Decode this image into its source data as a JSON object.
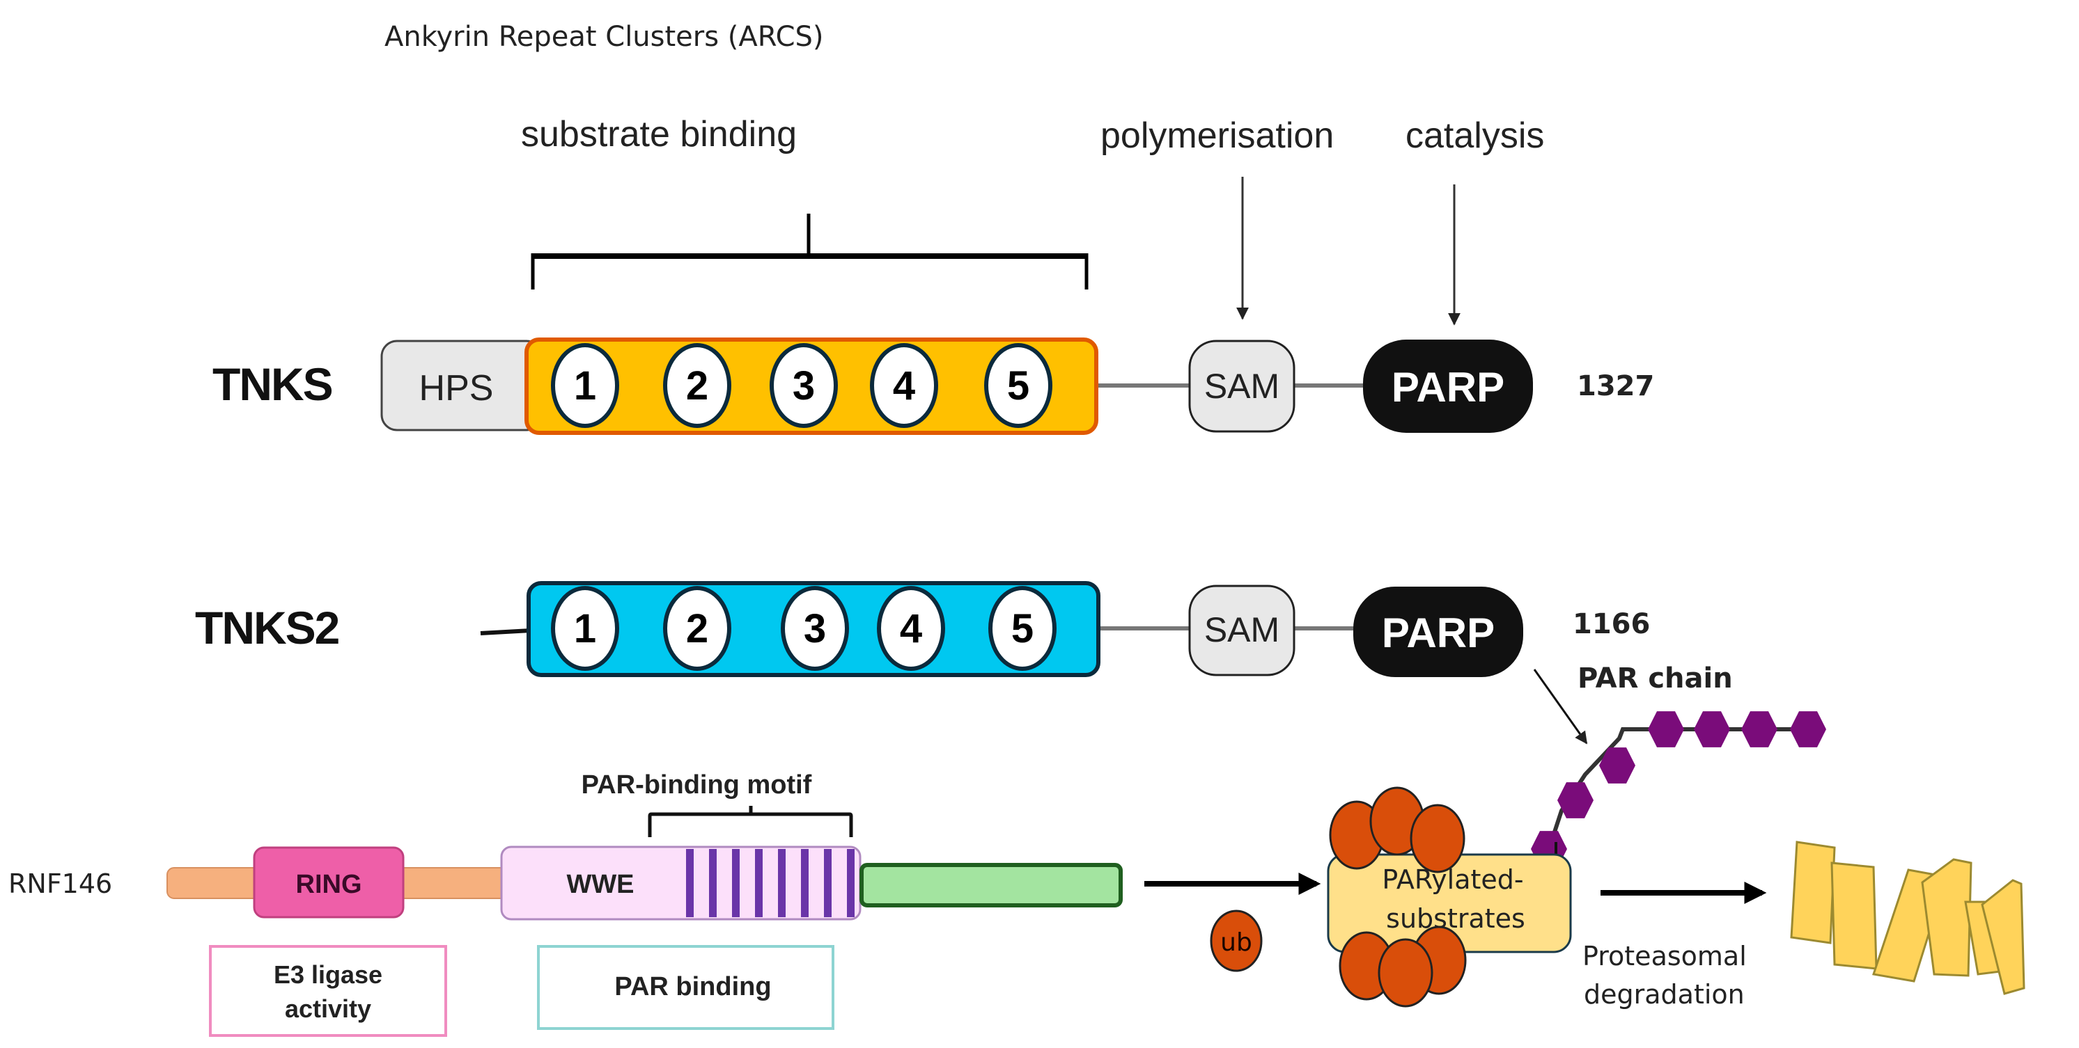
{
  "title": "Ankyrin  Repeat Clusters (ARCS)",
  "annotations": {
    "substrate_binding": "substrate binding",
    "polymerisation": "polymerisation",
    "catalysis": "catalysis",
    "par_binding_motif": "PAR-binding motif",
    "par_chain": "PAR chain"
  },
  "proteins": {
    "tnks": {
      "name": "TNKS",
      "length": "1327",
      "domains": {
        "hps": "HPS",
        "sam": "SAM",
        "parp": "PARP"
      },
      "arc_numbers": [
        "1",
        "2",
        "3",
        "4",
        "5"
      ],
      "arc_color": "#FFC000",
      "arc_border": "#E05A00"
    },
    "tnks2": {
      "name": "TNKS2",
      "length": "1166",
      "domains": {
        "sam": "SAM",
        "parp": "PARP"
      },
      "arc_numbers": [
        "1",
        "2",
        "3",
        "4",
        "5"
      ],
      "arc_color": "#00C8F0",
      "arc_border": "#0B2A3C"
    },
    "rnf146": {
      "name": "RNF146",
      "domains": {
        "ring": "RING",
        "wwe": "WWE"
      },
      "function_boxes": {
        "e3_line1": "E3 ligase",
        "e3_line2": "activity",
        "par_binding": "PAR binding"
      }
    }
  },
  "pathway": {
    "ub": "ub",
    "substrate_line1": "PARylated-",
    "substrate_line2": "substrates",
    "degradation_line1": "Proteasomal",
    "degradation_line2": "degradation"
  },
  "colors": {
    "hps_fill": "#E8E8E8",
    "sam_fill": "#E8E8E8",
    "parp_fill": "#111111",
    "linker": "#777777",
    "rnf_backbone": "#F6B07E",
    "ring_fill": "#EE5FA8",
    "wwe_fill": "#FCE0FA",
    "wwe_stripes": "#6A35A8",
    "green_domain": "#A3E4A0",
    "green_border": "#1F5F1F",
    "e3_box_border": "#F08CC0",
    "par_box_border": "#8ED4D2",
    "ub_fill": "#D94E0A",
    "substrate_fill": "#FFE08A",
    "par_chain": "#7A0C7A",
    "proteasome": "#FFD35A"
  }
}
